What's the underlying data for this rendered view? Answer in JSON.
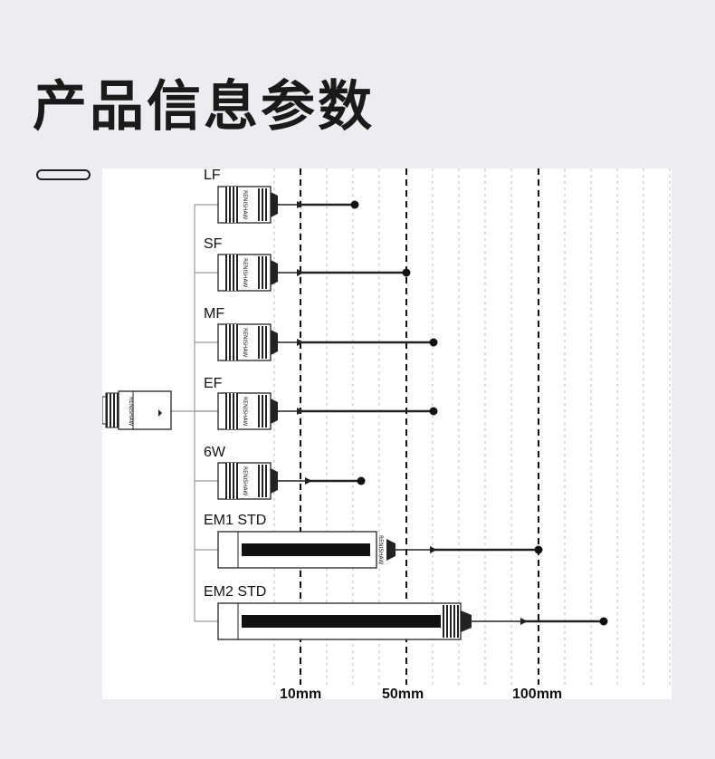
{
  "header": {
    "title": "产品信息参数"
  },
  "diagram": {
    "brand_text": "RENISHAW",
    "probes": [
      {
        "label": "LF"
      },
      {
        "label": "SF"
      },
      {
        "label": "MF"
      },
      {
        "label": "EF"
      },
      {
        "label": "6W"
      },
      {
        "label": "EM1 STD"
      },
      {
        "label": "EM2 STD"
      }
    ],
    "scale_labels": [
      "10mm",
      "50mm",
      "100mm"
    ]
  },
  "colors": {
    "background": "#ecedf0",
    "panel": "#ffffff",
    "ink": "#111111"
  }
}
